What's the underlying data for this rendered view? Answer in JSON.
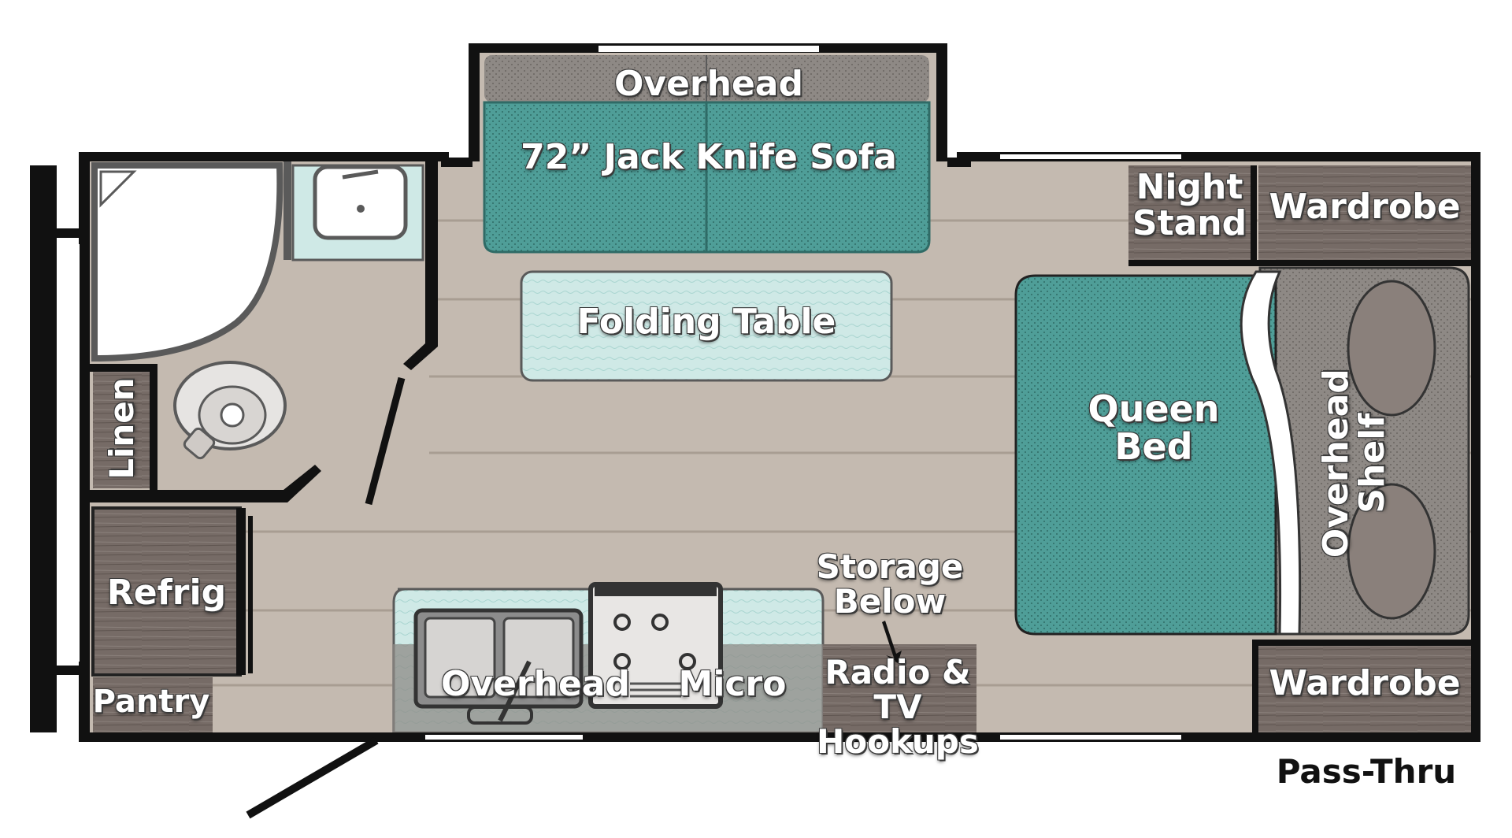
{
  "colors": {
    "wall": "#111111",
    "floor": "#c4bab0",
    "floor_line": "#a89d92",
    "teal": "#4f9e98",
    "light_teal": "#cfe9e6",
    "wood": "#766b66",
    "grey_counter": "#9f9a96",
    "white": "#ffffff"
  },
  "labels": {
    "overhead_top": "Overhead",
    "sofa": "72” Jack Knife Sofa",
    "folding_table": "Folding Table",
    "night_stand": "Night\nStand",
    "wardrobe_top": "Wardrobe",
    "queen_bed": "Queen\nBed",
    "overhead_shelf": "Overhead Shelf",
    "linen": "Linen",
    "refrig": "Refrig",
    "pantry": "Pantry",
    "overhead_kitchen": "Overhead",
    "micro": "Micro",
    "storage_below": "Storage\nBelow",
    "radio_tv": "Radio & TV\nHookups",
    "wardrobe_bottom": "Wardrobe",
    "pass_thru": "Pass-Thru"
  }
}
